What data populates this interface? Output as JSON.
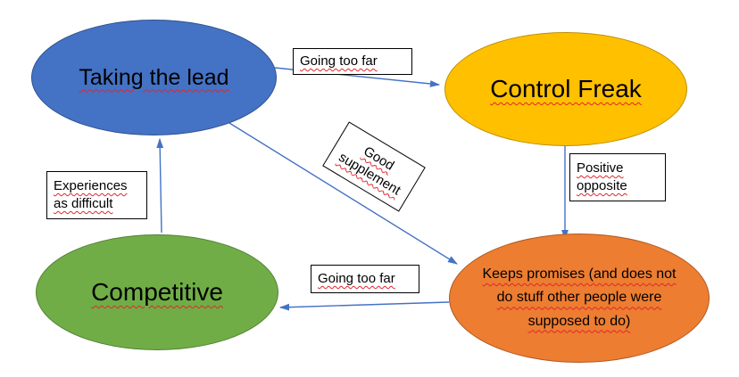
{
  "nodes": {
    "taking_the_lead": {
      "label": "Taking the lead",
      "fill": "#4472C4",
      "border": "#2F528F"
    },
    "control_freak": {
      "label": "Control Freak",
      "fill": "#FFC000",
      "border": "#BF9000"
    },
    "competitive": {
      "label": "Competitive",
      "fill": "#70AD47",
      "border": "#548235"
    },
    "keeps_promises": {
      "lines": [
        "Keeps promises (and does not",
        "do stuff other people were",
        "supposed to do)"
      ],
      "fill": "#ED7D31",
      "border": "#AE5A21"
    }
  },
  "edges": [
    {
      "from": "taking_the_lead",
      "to": "control_freak",
      "label_lines": [
        "Going too far"
      ]
    },
    {
      "from": "taking_the_lead",
      "to": "keeps_promises",
      "label_lines": [
        "Good",
        "supplement"
      ]
    },
    {
      "from": "control_freak",
      "to": "keeps_promises",
      "label_lines": [
        "Positive",
        "opposite"
      ]
    },
    {
      "from": "keeps_promises",
      "to": "competitive",
      "label_lines": [
        "Going too far"
      ]
    },
    {
      "from": "competitive",
      "to": "taking_the_lead",
      "label_lines": [
        "Experiences",
        "as difficult"
      ]
    }
  ],
  "colors": {
    "arrow": "#4472C4",
    "spellcheck_underline": "#E0262C",
    "label_box_border": "#000000",
    "label_box_fill": "#FFFFFF",
    "text": "#000000",
    "background": "#FFFFFF"
  }
}
